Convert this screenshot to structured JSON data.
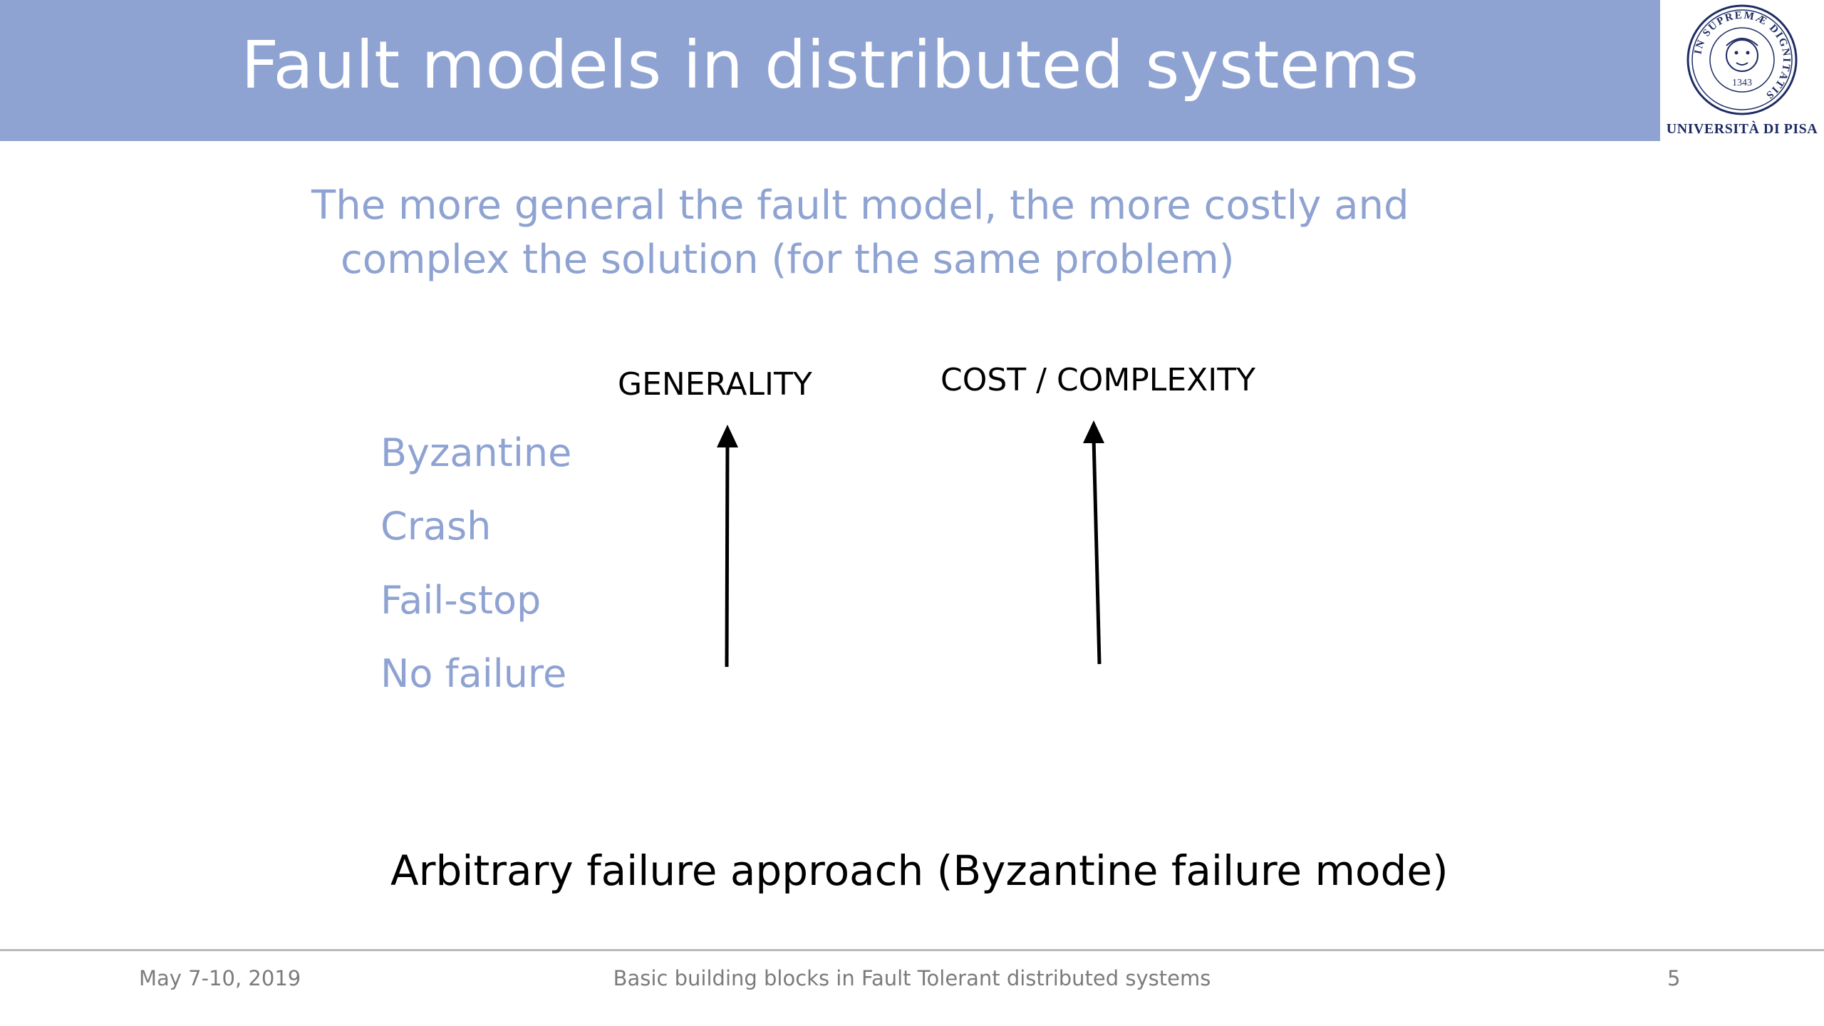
{
  "slide": {
    "title": "Fault models in distributed systems",
    "subtitle_line1": "The more general the fault model, the more costly and",
    "subtitle_line2": "complex the solution  (for the same problem)",
    "axis_generality": "GENERALITY",
    "axis_cost": "COST / COMPLEXITY",
    "fault_models": [
      "Byzantine",
      "Crash",
      "Fail-stop",
      "No failure"
    ],
    "approach": "Arbitrary failure approach (Byzantine failure mode)"
  },
  "logo": {
    "icon": "university-seal-icon",
    "text": "UNIVERSITÀ DI PISA",
    "seal_ring_text": "IN SUPREMÆ DIGNITATIS",
    "seal_year": "1343"
  },
  "footer": {
    "date": "May 7-10, 2019",
    "center": "Basic building blocks in Fault Tolerant distributed systems",
    "page": "5"
  },
  "colors": {
    "header_bg": "#8fa3d2",
    "accent_text": "#8fa3d2",
    "seal": "#1e2c63",
    "footer_text": "#7b7b7b"
  }
}
